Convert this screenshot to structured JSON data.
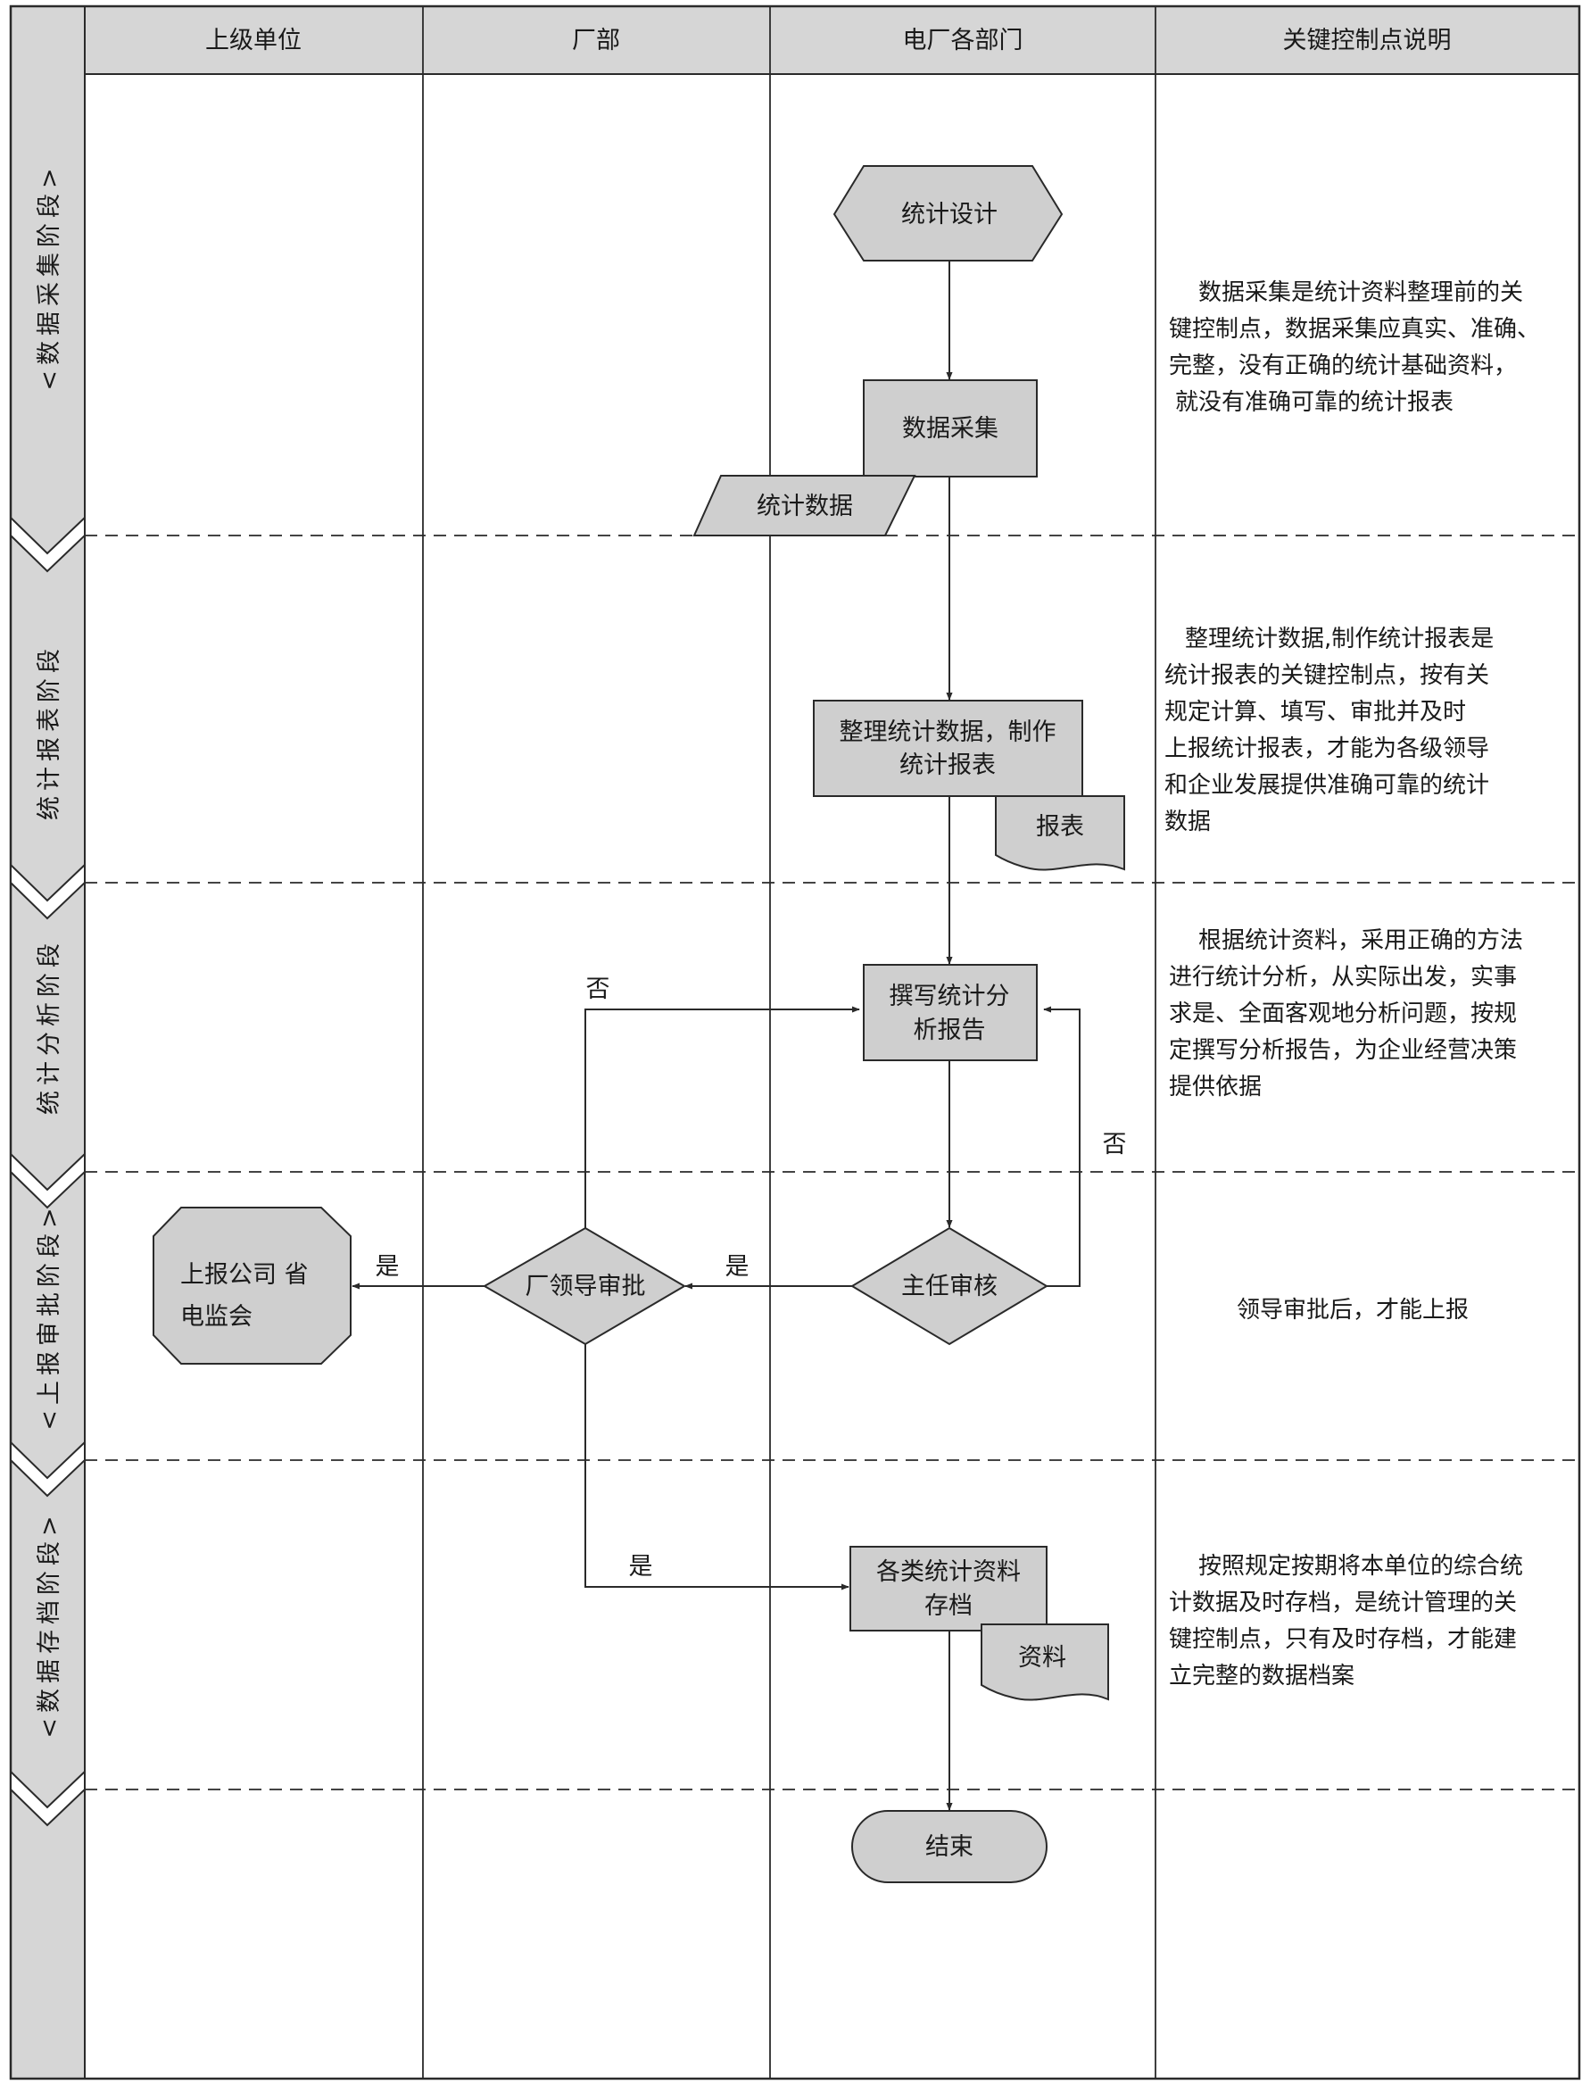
{
  "columns": [
    "上级单位",
    "厂部",
    "电厂各部门",
    "关键控制点说明"
  ],
  "phases": [
    "<数据采集阶段>",
    "统计报表阶段",
    "统计分析阶段",
    "<上报审批阶段>",
    "<数据存档阶段>"
  ],
  "nodes": {
    "design": "统计设计",
    "collect": "数据采集",
    "stat_data": "统计数据",
    "organize_1": "整理统计数据，制作",
    "organize_2": "统计报表",
    "report_doc": "报表",
    "analysis_1": "撰写统计分",
    "analysis_2": "析报告",
    "director": "主任审核",
    "leader": "厂领导审批",
    "superior_1": "上报公司 省",
    "superior_2": "电监会",
    "archive_1": "各类统计资料",
    "archive_2": "存档",
    "material_doc": "资料",
    "end": "结束"
  },
  "edge_labels": {
    "leader_no": "否",
    "director_no": "否",
    "director_yes": "是",
    "leader_yes_report": "是",
    "leader_yes_archive": "是"
  },
  "descriptions": {
    "collect": [
      "数据采集是统计资料整理前的关",
      "键控制点，数据采集应真实、准确、",
      "完整，没有正确的统计基础资料，",
      "就没有准确可靠的统计报表"
    ],
    "report": [
      "整理统计数据,制作统计报表是",
      "统计报表的关键控制点，按有关",
      "规定计算、填写、审批并及时",
      "上报统计报表，才能为各级领导",
      "和企业发展提供准确可靠的统计",
      "数据"
    ],
    "analysis": [
      "根据统计资料，采用正确的方法",
      "进行统计分析，从实际出发，实事",
      "求是、全面客观地分析问题，按规",
      "定撰写分析报告，为企业经营决策",
      "提供依据"
    ],
    "approval": [
      "领导审批后，才能上报"
    ],
    "archive": [
      "按照规定按期将本单位的综合统",
      "计数据及时存档，是统计管理的关",
      "键控制点，只有及时存档，才能建",
      "立完整的数据档案"
    ]
  },
  "colors": {
    "shape_fill": "#cfcfcf",
    "header_fill": "#d6d6d6",
    "line": "#2a2a2a"
  }
}
